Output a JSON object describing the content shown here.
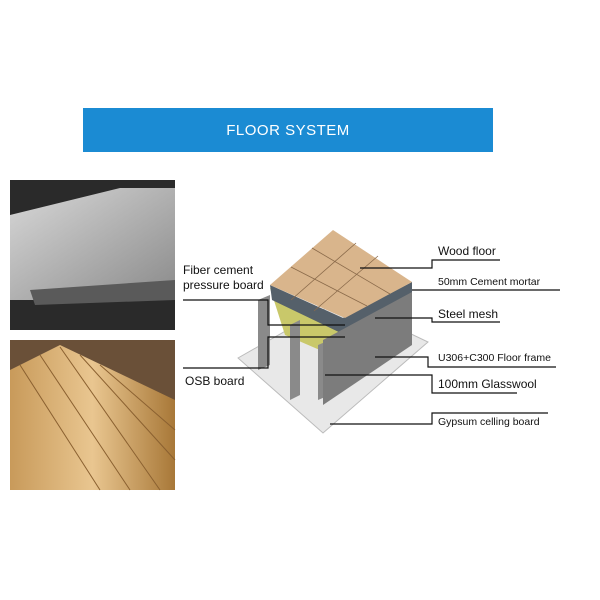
{
  "title": "FLOOR SYSTEM",
  "labels": {
    "wood_floor": "Wood floor",
    "cement_mortar": "50mm Cement mortar",
    "steel_mesh": "Steel mesh",
    "floor_frame": "U306+C300 Floor frame",
    "glasswool": "100mm Glasswool",
    "gypsum": "Gypsum celling board",
    "fiber_1": "Fiber cement",
    "fiber_2": "pressure board",
    "osb": "OSB board"
  },
  "colors": {
    "banner": "#1b8bd3",
    "wood": "#d9b58c",
    "glasswool": "#c9c86a",
    "steel": "#7c7c7c"
  }
}
